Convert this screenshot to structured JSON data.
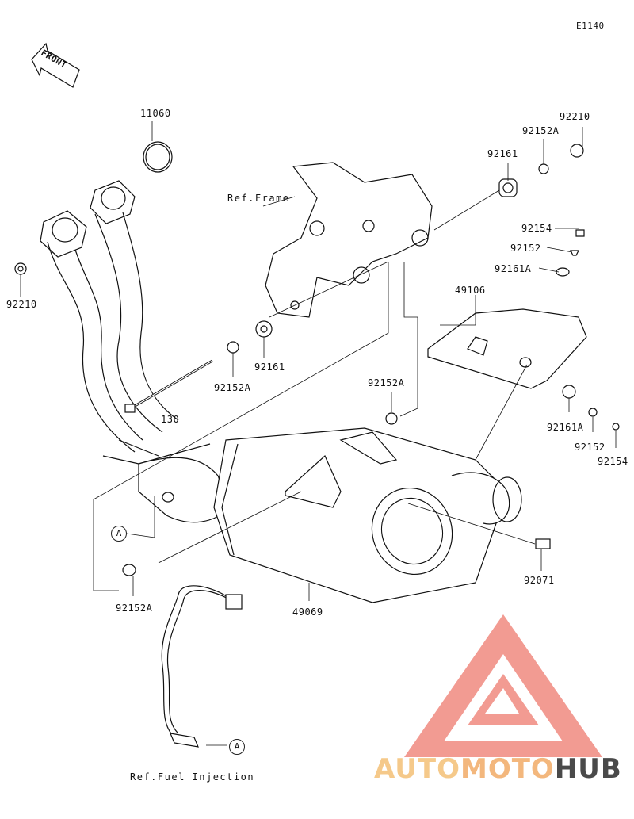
{
  "diagram_code": "E1140",
  "front_label": "FRONT",
  "labels": {
    "p11060": "11060",
    "p92210_left": "92210",
    "p92210_right": "92210",
    "ref_frame": "Ref.Frame",
    "p92152A_top": "92152A",
    "p92161_top": "92161",
    "p92154_top": "92154",
    "p92152_top": "92152",
    "p92161A_top": "92161A",
    "p49106": "49106",
    "p92161_mid": "92161",
    "p92152A_mid": "92152A",
    "p130": "130",
    "p92152A_center": "92152A",
    "p92161A_right": "92161A",
    "p92152_right": "92152",
    "p92154_right": "92154",
    "p92071": "92071",
    "p49069": "49069",
    "p92152A_bottom": "92152A",
    "ref_fuel": "Ref.Fuel Injection"
  },
  "callouts": {
    "a1": "A",
    "a2": "A"
  },
  "watermark": {
    "part1": "AUTO",
    "part2": "MOTO",
    "part3": "HUB",
    "color_primary": "#f08a80",
    "color_secondary": "#f5c98a"
  }
}
